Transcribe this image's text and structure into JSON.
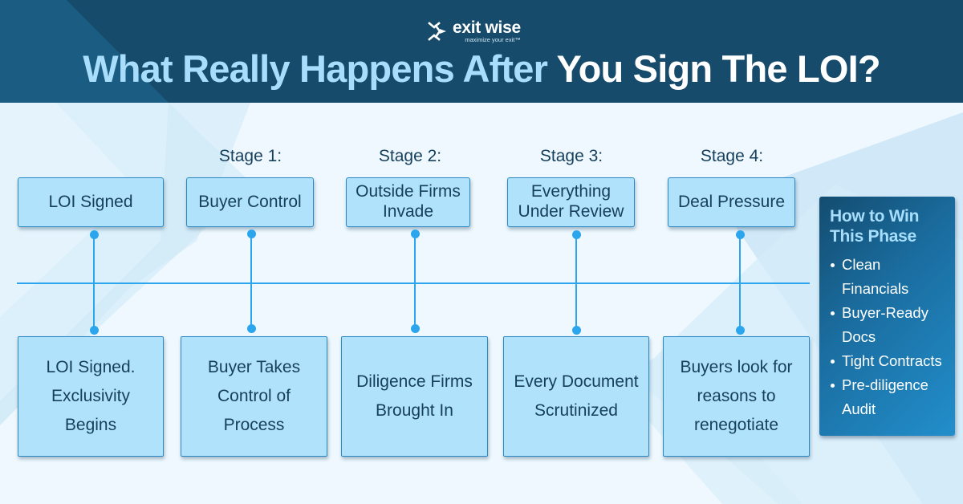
{
  "brand": {
    "name": "exit wise",
    "tagline": "maximize your exit™",
    "icon": "exitwise-arrows-logo-icon"
  },
  "title": {
    "part_light": "What Really Happens After ",
    "part_white": "You Sign The LOI?"
  },
  "colors": {
    "header_bg": "#174b6b",
    "title_light": "#a8defc",
    "box_fill": "#b0e2fc",
    "box_border": "#2c88c2",
    "timeline": "#2ba6ee",
    "text_dark": "#163f5c",
    "page_bg": "#eef8fe"
  },
  "stages": [
    {
      "label": "",
      "heading": "LOI Signed",
      "description": "LOI Signed. Exclusivity Begins"
    },
    {
      "label": "Stage 1:",
      "heading": "Buyer Control",
      "description": "Buyer Takes Control of Process"
    },
    {
      "label": "Stage 2:",
      "heading": "Outside Firms Invade",
      "description": "Diligence Firms Brought In"
    },
    {
      "label": "Stage 3:",
      "heading": "Everything Under Review",
      "description": "Every Document Scrutinized"
    },
    {
      "label": "Stage 4:",
      "heading": "Deal Pressure",
      "description": "Buyers look for reasons to renegotiate"
    }
  ],
  "panel": {
    "title": "How to Win This Phase",
    "items": [
      "Clean Financials",
      "Buyer-Ready Docs",
      "Tight Contracts",
      "Pre-diligence Audit"
    ]
  }
}
